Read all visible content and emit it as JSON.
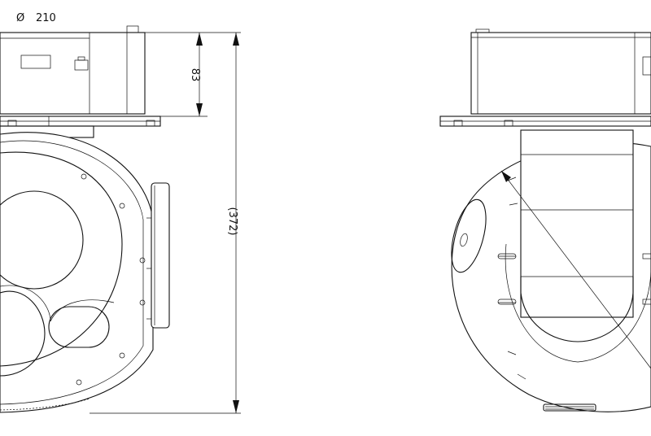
{
  "dimensions": {
    "diameter_symbol": "Ø",
    "diameter_value": "210",
    "mount_height": "83",
    "overall_height": "(372)"
  }
}
